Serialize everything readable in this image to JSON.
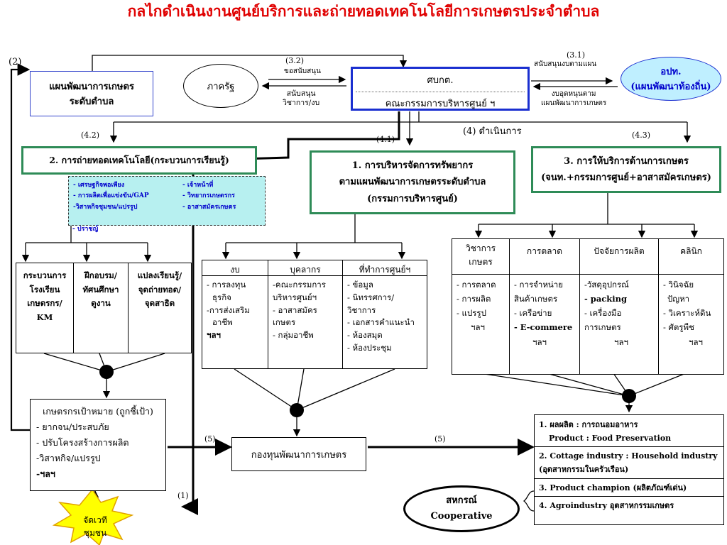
{
  "title": "กลไกดำเนินงานศูนย์บริการและถ่ายทอดเทคโนโลยีการเกษตรประจำตำบล",
  "labels": {
    "n2": "(2)",
    "n32": "(3.2)",
    "n31": "(3.1)",
    "n42": "(4.2)",
    "n41": "(4.1)",
    "n4": "(4) ดำเนินการ",
    "n43": "(4.3)",
    "n5a": "(5)",
    "n5b": "(5)",
    "n1": "(1)"
  },
  "plan_box": [
    "แผนพัฒนาการเกษตร",
    "ระดับตำบล"
  ],
  "state_ellipse": "ภาครัฐ",
  "arrow32_top": "ขอสนับสนุน",
  "arrow32_bottom": [
    "สนับสนุน",
    "วิชาการ/งบ"
  ],
  "center_box": {
    "top": "ศบกต.",
    "bottom": "คณะกรรมการบริหารศูนย์ ฯ"
  },
  "arrow31_top": "สนับสนุนงบตามแผน",
  "arrow31_bottom": [
    "งบอุดหนุนตาม",
    "แผนพัฒนาการเกษตร"
  ],
  "local_ellipse": [
    "อปท.",
    "(แผนพัฒนาท้องถิ่น)"
  ],
  "box_tech": "2. การถ่ายทอดเทคโนโลยี(กระบวนการเรียนรู้)",
  "tech_notes": {
    "left": [
      "- เศรษฐกิจพอเพียง",
      "- การผลิตเพื่อแข่งขัน/GAP",
      "-วิสาหกิจชุมชน/แปรรูป",
      "- ปราชญ์"
    ],
    "right": [
      "- เจ้าหน้าที่",
      "- วิทยากรเกษตรกร",
      "- อาสาสมัครเกษตร"
    ]
  },
  "box_manage": [
    "1. การบริหารจัดการทรัพยากร",
    "ตามแผนพัฒนาการเกษตรระดับตำบล",
    "(กรรมการบริหารศูนย์)"
  ],
  "box_service": [
    "3. การให้บริการด้านการเกษตร",
    "(จนท.+กรรมการศูนย์+อาสาสมัครเกษตร)"
  ],
  "learn_cols": [
    [
      "กระบวนการ",
      "โรงเรียน",
      "เกษตรกร/",
      "KM"
    ],
    [
      "ฝึกอบรม/",
      "ทัศนศึกษา",
      "ดูงาน"
    ],
    [
      "แปลงเรียนรู้/",
      "จุดถ่ายทอด/",
      "จุดสาธิต"
    ]
  ],
  "res_cols": [
    {
      "head": "งบ",
      "items": [
        "- การลงทุน",
        "ธุรกิจ",
        "-การส่งเสริม",
        "อาชีพ",
        "ฯลฯ"
      ]
    },
    {
      "head": "บุคลากร",
      "items": [
        "-คณะกรรมการ",
        "บริหารศูนย์ฯ",
        "- อาสาสมัคร",
        "เกษตร",
        "- กลุ่มอาชีพ"
      ]
    },
    {
      "head": "ที่ทำการศูนย์ฯ",
      "items": [
        "- ข้อมูล",
        "- นิทรรศการ/วิชาการ",
        "- เอกสารคำแนะนำ",
        "- ห้องสมุด",
        "- ห้องประชุม"
      ]
    }
  ],
  "svc_cols": [
    {
      "head": [
        "วิชาการ",
        "เกษตร"
      ],
      "items": [
        "- การตลาด",
        "- การผลิต",
        "- แปรรูป",
        "ฯลฯ"
      ]
    },
    {
      "head": [
        "การตลาด"
      ],
      "items": [
        "- การจำหน่าย",
        "สินค้าเกษตร",
        "- เครือข่าย",
        "- E-commere",
        "ฯลฯ"
      ]
    },
    {
      "head": [
        "ปัจจัยการผลิต"
      ],
      "items": [
        "-วัสดุอุปกรณ์",
        "- packing",
        "- เครื่องมือ",
        "การเกษตร",
        "ฯลฯ"
      ]
    },
    {
      "head": [
        "คลินิก"
      ],
      "items": [
        "- วินิจฉัย",
        "ปัญหา",
        "- วิเคราะห์ดิน",
        "- ศัตรูพืช",
        "ฯลฯ"
      ]
    }
  ],
  "target_box": [
    "เกษตรกรเป้าหมาย (ถูกชี้เป้า)",
    "- ยากจน/ประสบภัย",
    "- ปรับโครงสร้างการผลิต",
    "-วิสาหกิจ/แปรรูป",
    "-ฯลฯ"
  ],
  "fund_box": "กองทุนพัฒนาการเกษตร",
  "product_box": [
    "1. ผลผลิต  :   การถนอมอาหาร",
    "Product   :    Food   Preservation",
    "2. Cottage industry : Household industry",
    "(อุตสาหกรรมในครัวเรือน)",
    "3. Product champion (ผลิตภัณฑ์เด่น)",
    "4. Agroindustry  อุตสาหกรรมเกษตร"
  ],
  "coop": [
    "สหกรณ์",
    "Cooperative"
  ],
  "burst": [
    "จัดเวที",
    "ชุมชน"
  ],
  "colors": {
    "title": "#e00000",
    "accent_blue": "#0000cc",
    "green_border": "#2e8b57",
    "local_fill": "#bfefff",
    "notes_fill": "#b7f0f0",
    "burst_fill": "#ffff00"
  }
}
